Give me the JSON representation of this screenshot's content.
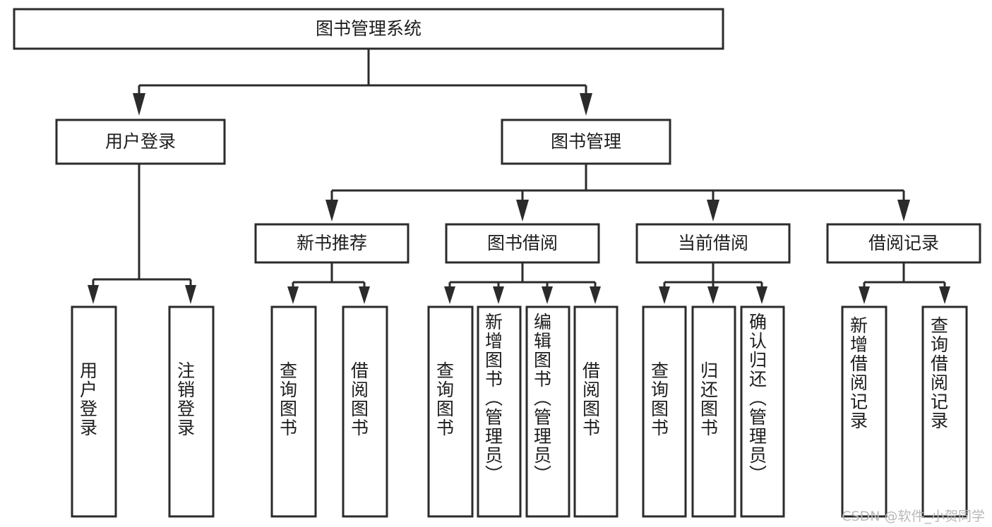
{
  "diagram": {
    "type": "tree-hierarchy",
    "title": "图书管理系统",
    "orientation": "top-down",
    "colors": {
      "box_stroke": "#2b2b2b",
      "box_fill": "#ffffff",
      "connector": "#2b2b2b",
      "text": "#1d1d1d",
      "background": "#ffffff",
      "watermark": "#b8b8b8"
    },
    "root": {
      "label": "图书管理系统"
    },
    "level2": [
      {
        "id": "user-login",
        "label": "用户登录"
      },
      {
        "id": "book-manage",
        "label": "图书管理"
      }
    ],
    "level3": [
      {
        "id": "new-book-recommend",
        "label": "新书推荐",
        "parent": "book-manage"
      },
      {
        "id": "book-borrow",
        "label": "图书借阅",
        "parent": "book-manage"
      },
      {
        "id": "current-borrow",
        "label": "当前借阅",
        "parent": "book-manage"
      },
      {
        "id": "borrow-record",
        "label": "借阅记录",
        "parent": "book-manage"
      }
    ],
    "leaves": [
      {
        "id": "leaf-user-login",
        "label": "用户登录",
        "parent": "user-login"
      },
      {
        "id": "leaf-logout",
        "label": "注销登录",
        "parent": "user-login"
      },
      {
        "id": "leaf-query-book-1",
        "label": "查询图书",
        "parent": "new-book-recommend"
      },
      {
        "id": "leaf-borrow-book-1",
        "label": "借阅图书",
        "parent": "new-book-recommend"
      },
      {
        "id": "leaf-query-book-2",
        "label": "查询图书",
        "parent": "book-borrow"
      },
      {
        "id": "leaf-add-book",
        "label": "新增图书（管理员）",
        "parent": "book-borrow"
      },
      {
        "id": "leaf-edit-book",
        "label": "编辑图书（管理员）",
        "parent": "book-borrow"
      },
      {
        "id": "leaf-borrow-book-2",
        "label": "借阅图书",
        "parent": "book-borrow"
      },
      {
        "id": "leaf-query-book-3",
        "label": "查询图书",
        "parent": "current-borrow"
      },
      {
        "id": "leaf-return-book",
        "label": "归还图书",
        "parent": "current-borrow"
      },
      {
        "id": "leaf-confirm-return",
        "label": "确认归还（管理员）",
        "parent": "current-borrow"
      },
      {
        "id": "leaf-add-record",
        "label": "新增借阅记录",
        "parent": "borrow-record"
      },
      {
        "id": "leaf-query-record",
        "label": "查询借阅记录",
        "parent": "borrow-record"
      }
    ],
    "watermark": "CSDN @软件_小贺同学"
  }
}
